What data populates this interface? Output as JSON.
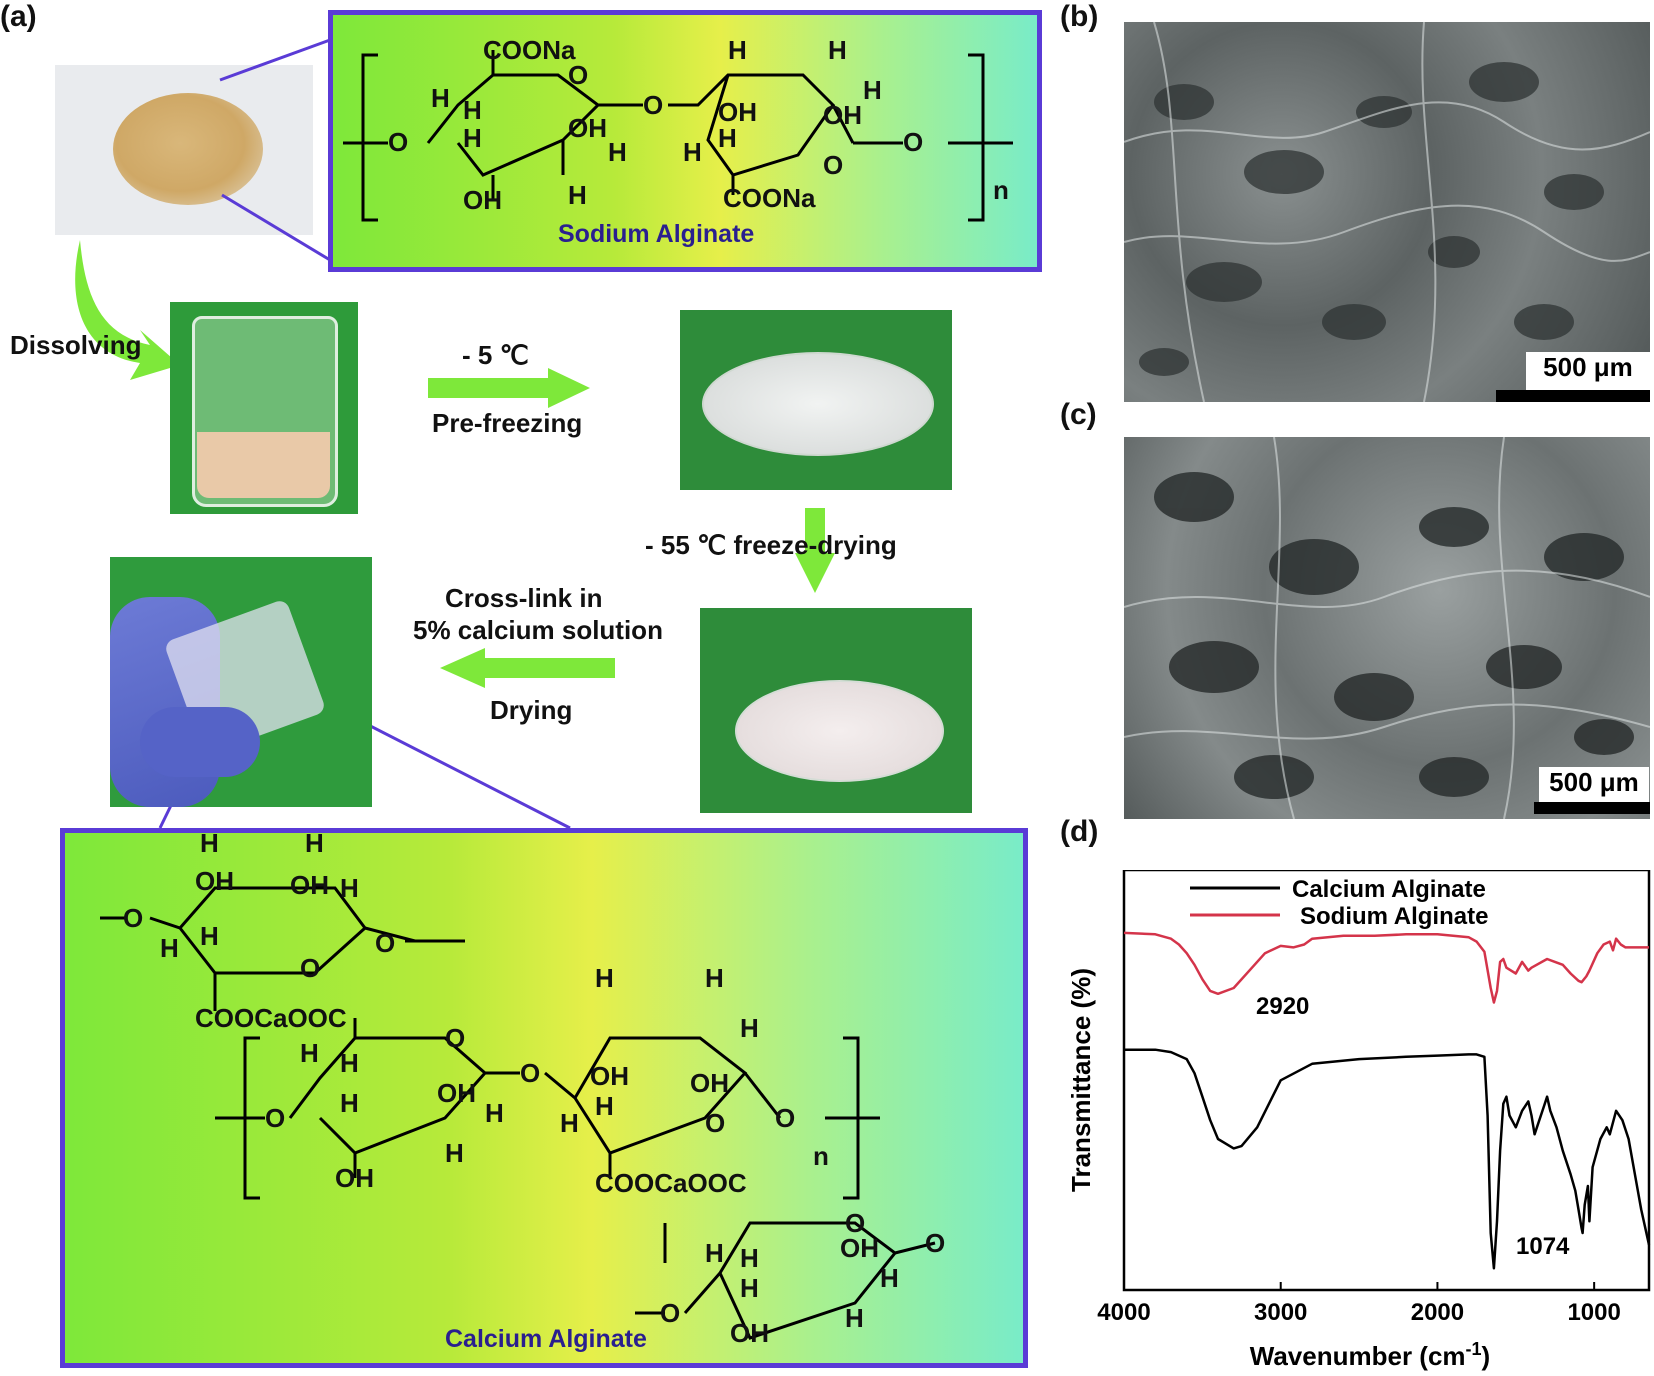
{
  "panel_labels": {
    "a": "(a)",
    "b": "(b)",
    "c": "(c)",
    "d": "(d)"
  },
  "sodium_alginate": {
    "title": "Sodium Alginate",
    "groups": {
      "coona_top": "COONa",
      "coona_bottom": "COONa",
      "n": "n"
    }
  },
  "calcium_alginate": {
    "title": "Calcium Alginate",
    "groups": {
      "cooca_1": "COOCaOOC",
      "cooca_2": "COOCaOOC",
      "n": "n"
    }
  },
  "atoms": {
    "H": "H",
    "OH": "OH",
    "O": "O"
  },
  "steps": {
    "dissolving": "Dissolving",
    "prefreeze_temp": "- 5 ℃",
    "prefreeze": "Pre-freezing",
    "freeze_drying": "- 55 ℃ freeze-drying",
    "crosslink_1": "Cross-link in",
    "crosslink_2": "5% calcium solution",
    "drying": "Drying"
  },
  "sem": {
    "scale_b": "500 μm",
    "scale_c": "500 μm"
  },
  "colors": {
    "frame": "#5a3bd6",
    "arrow": "#7ee83a",
    "sodium_line": "#d4344a",
    "calcium_line": "#000000",
    "title_text": "#2a1f8f"
  },
  "chart_data": {
    "type": "line",
    "xlabel": "Wavenumber (cm-1)",
    "xlabel_main": "Wavenumber (cm",
    "xlabel_sup": "-1",
    "xlabel_close": ")",
    "ylabel": "Transmittance (%)",
    "xlim": [
      4000,
      650
    ],
    "x_ticks": [
      4000,
      3000,
      2000,
      1000
    ],
    "legend_position": "top-center",
    "series": [
      {
        "name": "Calcium Alginate",
        "color": "#000000",
        "x": [
          4000,
          3800,
          3700,
          3600,
          3550,
          3500,
          3450,
          3400,
          3300,
          3250,
          3150,
          3000,
          2800,
          2500,
          2200,
          2000,
          1800,
          1750,
          1700,
          1680,
          1660,
          1640,
          1620,
          1600,
          1580,
          1560,
          1540,
          1500,
          1460,
          1420,
          1400,
          1380,
          1320,
          1300,
          1280,
          1240,
          1200,
          1150,
          1120,
          1100,
          1080,
          1074,
          1060,
          1040,
          1030,
          1010,
          960,
          920,
          900,
          860,
          820,
          780,
          740,
          700,
          650
        ],
        "y": [
          98,
          98,
          97,
          94,
          88,
          78,
          68,
          60,
          56,
          57,
          65,
          85,
          92,
          94,
          95,
          95.5,
          96,
          96,
          95,
          70,
          20,
          5,
          25,
          55,
          75,
          78,
          70,
          65,
          72,
          76,
          70,
          62,
          74,
          78,
          72,
          65,
          55,
          45,
          38,
          30,
          22,
          20,
          32,
          40,
          25,
          48,
          60,
          65,
          62,
          72,
          68,
          60,
          45,
          30,
          15
        ]
      },
      {
        "name": "Sodium Alginate",
        "color": "#d4344a",
        "x": [
          4000,
          3800,
          3700,
          3650,
          3600,
          3550,
          3500,
          3450,
          3400,
          3300,
          3200,
          3100,
          3000,
          2920,
          2850,
          2800,
          2600,
          2400,
          2200,
          2000,
          1800,
          1750,
          1700,
          1660,
          1640,
          1620,
          1600,
          1580,
          1560,
          1500,
          1460,
          1420,
          1400,
          1300,
          1250,
          1200,
          1150,
          1100,
          1080,
          1050,
          1030,
          980,
          940,
          900,
          880,
          860,
          830,
          800,
          760,
          700,
          650
        ],
        "y": [
          98,
          97,
          94,
          90,
          84,
          76,
          66,
          58,
          56,
          60,
          72,
          84,
          89,
          88,
          90,
          94,
          96,
          96,
          97,
          97,
          95,
          92,
          85,
          60,
          50,
          58,
          78,
          80,
          74,
          70,
          78,
          72,
          74,
          80,
          78,
          76,
          70,
          65,
          64,
          68,
          72,
          84,
          90,
          92,
          86,
          94,
          90,
          88,
          88,
          88,
          88
        ]
      }
    ],
    "annotations": [
      "2920",
      "1074"
    ]
  }
}
